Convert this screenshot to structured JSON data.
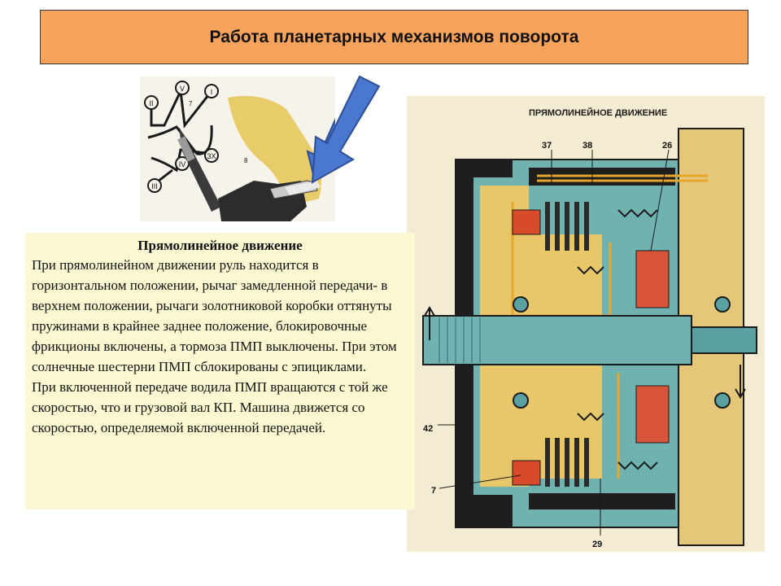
{
  "slide": {
    "title": "Работа планетарных механизмов поворота"
  },
  "gear_diagram": {
    "gear_positions": [
      "II",
      "V",
      "I",
      "IV",
      "III",
      "3X"
    ],
    "callouts": [
      "7",
      "8"
    ]
  },
  "cross_section": {
    "caption": "ПРЯМОЛИНЕЙНОЕ ДВИЖЕНИЕ",
    "labels": [
      "37",
      "38",
      "26",
      "42",
      "7",
      "29"
    ]
  },
  "description": {
    "heading": "Прямолинейное движение",
    "paragraph1": "При прямолинейном движении руль находится в горизонтальном положении, рычаг замедленной передачи- в верхнем положении, рычаги золотниковой коробки оттянуты пружинами в крайнее заднее положение, блокировочные фрикционы включены, а тормоза ПМП выключены. При этом солнечные шестерни ПМП сблокированы с эпициклами.",
    "paragraph2": "При включенной передаче водила ПМП вращаются с той же скоростью, что и грузовой вал КП. Машина движется со скоростью, определяемой включенной передачей."
  }
}
